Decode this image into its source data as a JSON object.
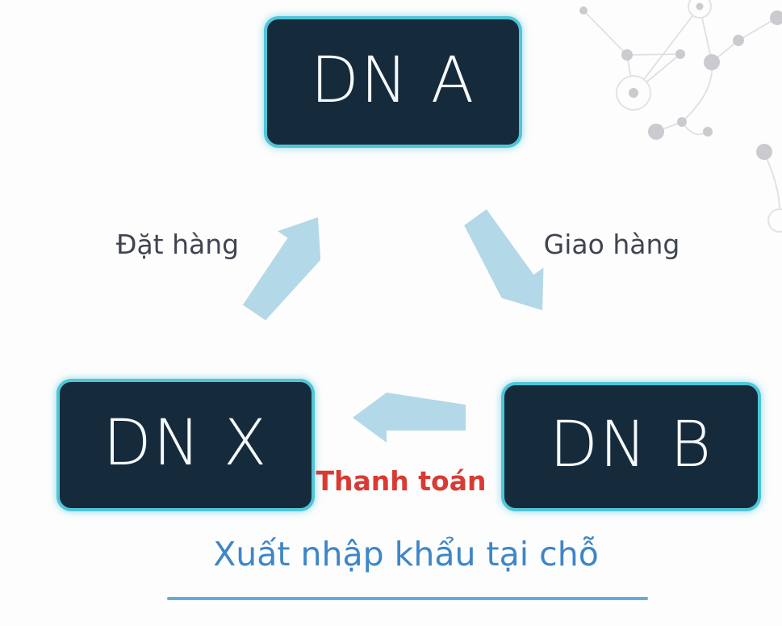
{
  "diagram": {
    "nodes": [
      {
        "id": "dn-a",
        "label": "DN A"
      },
      {
        "id": "dn-x",
        "label": "DN X"
      },
      {
        "id": "dn-b",
        "label": "DN B"
      }
    ],
    "edges": [
      {
        "id": "dat-hang",
        "label": "Đặt hàng",
        "from": "DN X",
        "to": "DN A",
        "direction": "up-right",
        "label_color": "#3f4550"
      },
      {
        "id": "giao-hang",
        "label": "Giao hàng",
        "from": "DN A",
        "to": "DN B",
        "direction": "down-right",
        "label_color": "#3f4550"
      },
      {
        "id": "thanh-toan",
        "label": "Thanh toán",
        "from": "DN B",
        "to": "DN X",
        "direction": "left",
        "label_color": "#d93a34"
      }
    ],
    "caption": "Xuất nhập khẩu tại chỗ"
  },
  "colors": {
    "background": "#fdfdfd",
    "box_fill": "#152b3c",
    "box_border": "#50c5d7",
    "box_text": "#f5f9fb",
    "arrow_fill": "#b3d8e8",
    "edge_label_text": "#3f4550",
    "payment_label_text": "#d93a34",
    "caption_text": "#3e86c7",
    "caption_underline": "#66abdb",
    "network_node": "#c9cbcf",
    "network_line": "#dfe0e3"
  },
  "icons": {
    "network_decoration": "molecule-network-icon",
    "order_arrow": "block-arrow-up-right",
    "delivery_arrow": "block-arrow-down-right",
    "payment_arrow": "block-arrow-left"
  }
}
